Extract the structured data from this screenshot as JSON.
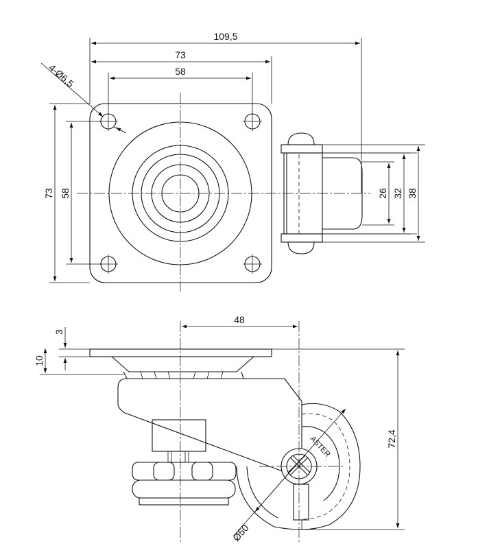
{
  "drawing": {
    "top_view": {
      "dim_overall_width": "109,5",
      "dim_plate_width": "73",
      "dim_hole_spacing_x": "58",
      "dim_holes": "4-Ø6,5",
      "dim_plate_height": "73",
      "dim_hole_spacing_y": "58",
      "dim_wheel_width_a": "26",
      "dim_wheel_width_b": "32",
      "dim_wheel_width_c": "38"
    },
    "side_view": {
      "dim_plate_thickness": "3",
      "dim_base_height": "10",
      "dim_offset": "48",
      "dim_total_height": "72,4",
      "dim_wheel_diameter": "Ø50",
      "brand_text": "ASTER"
    }
  }
}
